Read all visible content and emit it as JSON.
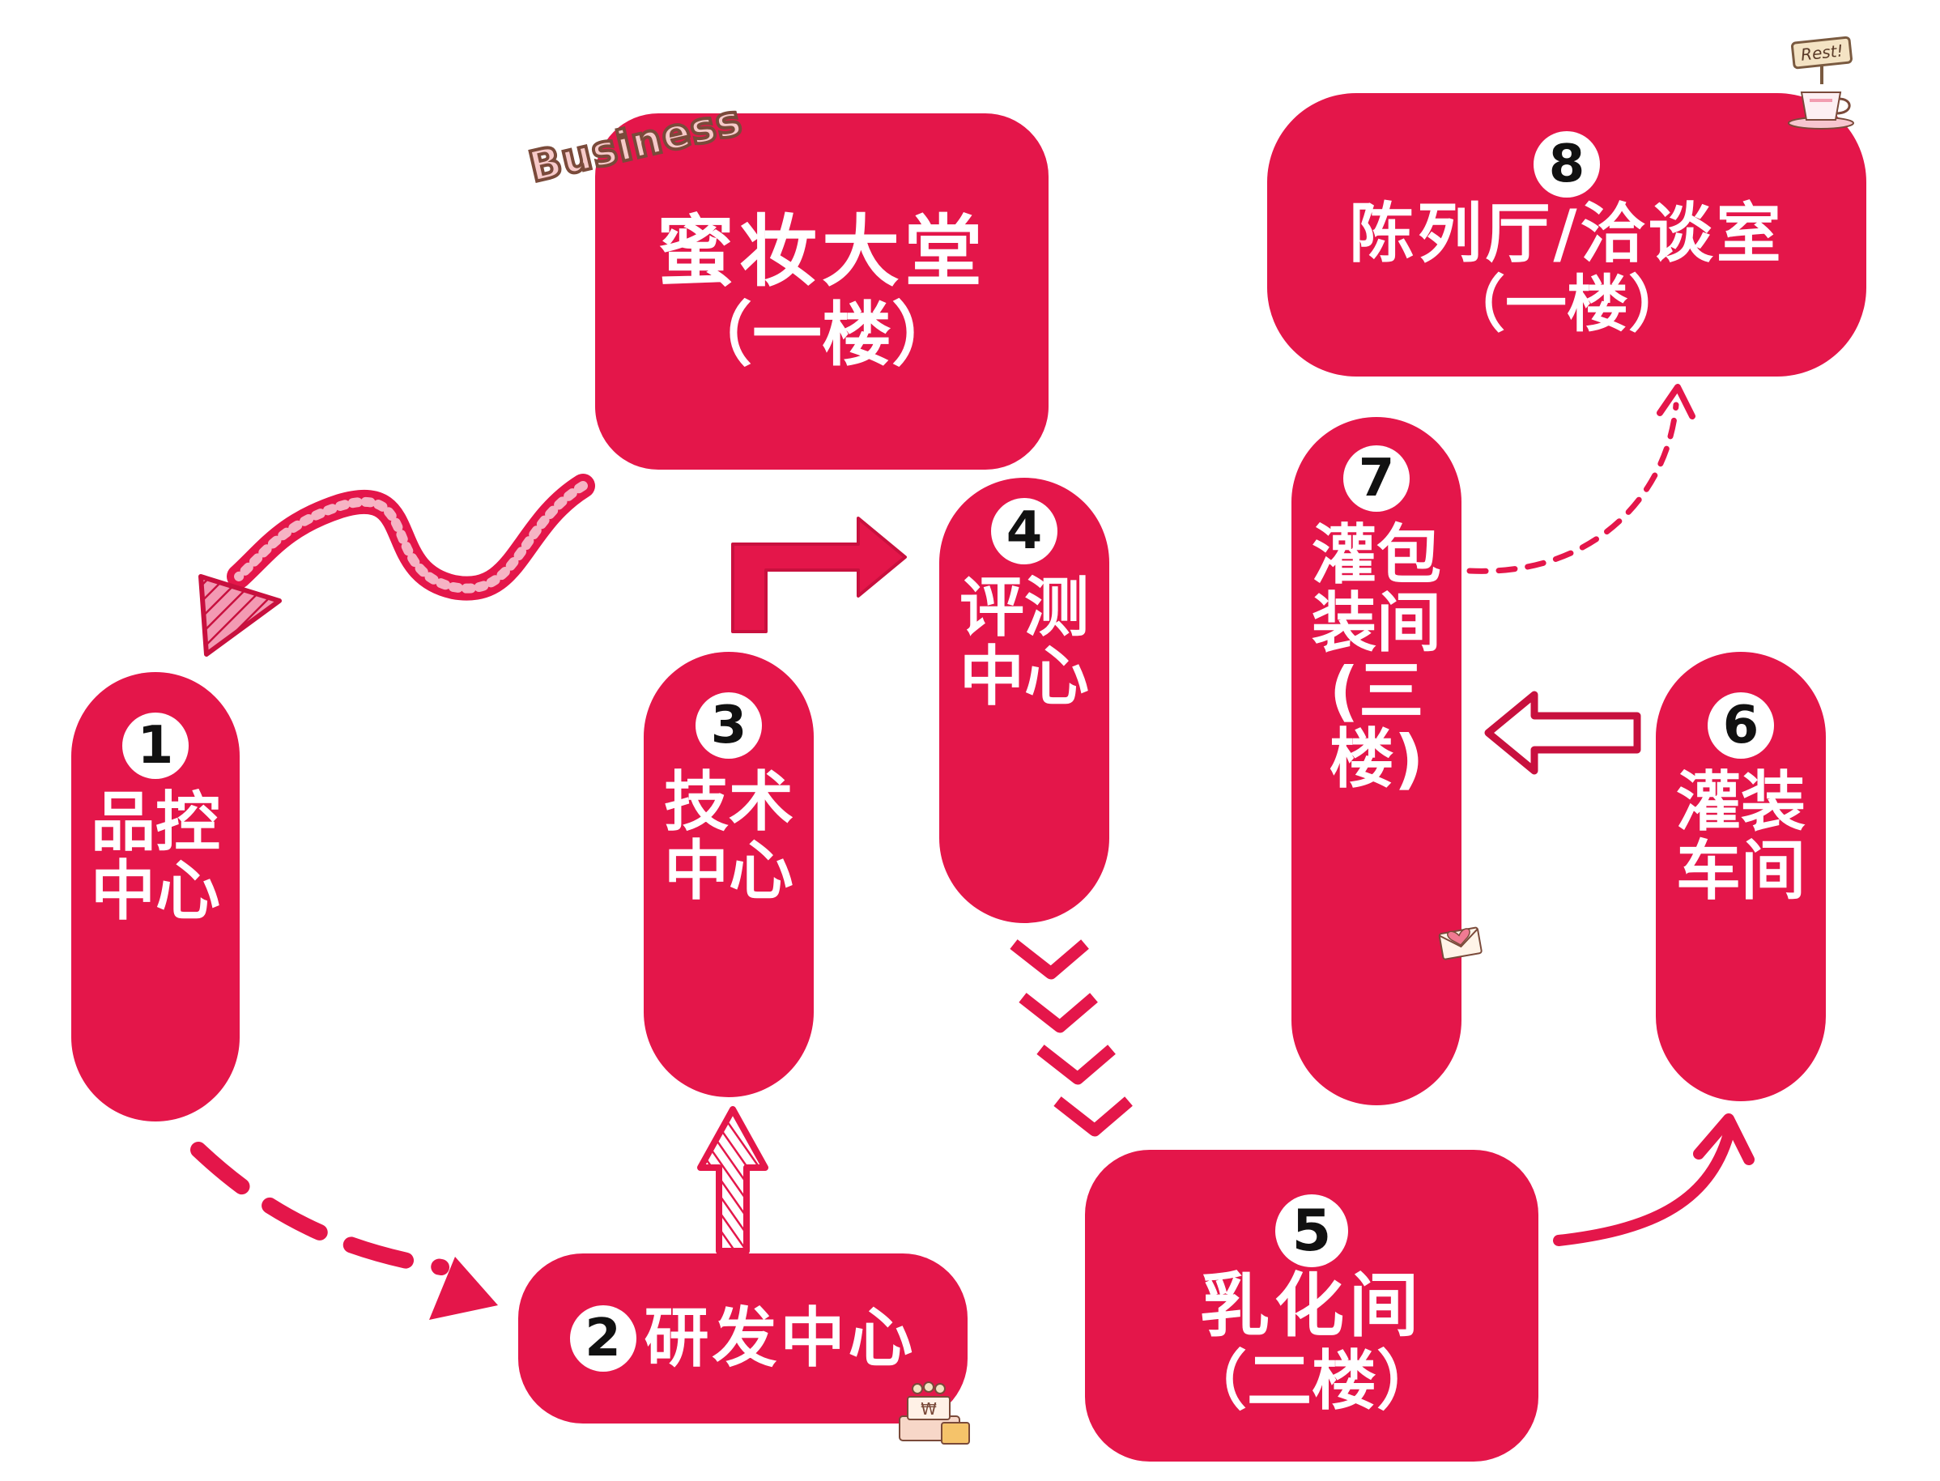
{
  "colors": {
    "box": "#e4164a",
    "badge": "#ffffff",
    "badge_text": "#111111"
  },
  "nodes": [
    {
      "id": "n1",
      "number": "1",
      "label": "品控中心"
    },
    {
      "id": "n2",
      "number": "2",
      "label": "研发中心"
    },
    {
      "id": "n3",
      "number": "3",
      "label": "技术中心"
    },
    {
      "id": "n4",
      "number": "4",
      "label": "评测中心"
    },
    {
      "id": "n5",
      "number": "5",
      "line1": "乳化间",
      "line2": "（二楼）"
    },
    {
      "id": "n6",
      "number": "6",
      "label": "灌装车间"
    },
    {
      "id": "n7",
      "number": "7",
      "label": "灌包装间(三楼)"
    },
    {
      "id": "n8",
      "number": "8",
      "line1": "陈列厅/洽谈室",
      "line2": "（一楼）"
    }
  ],
  "lobby": {
    "line1": "蜜妆大堂",
    "line2": "（一楼）"
  },
  "stickers": {
    "business": {
      "text": "Business"
    },
    "rest": {
      "text": "Rest!"
    },
    "envelope": {
      "icon": "heart-envelope-icon"
    },
    "register": {
      "icon": "cash-register-icon",
      "text": "₩"
    }
  },
  "edges": [
    {
      "from": "lobby",
      "to": "n1",
      "style": "squiggle"
    },
    {
      "from": "n1",
      "to": "n2",
      "style": "dashed"
    },
    {
      "from": "n2",
      "to": "n3",
      "style": "hatched-up"
    },
    {
      "from": "n3",
      "to": "n4",
      "style": "elbow"
    },
    {
      "from": "n4",
      "to": "n5",
      "style": "chevrons"
    },
    {
      "from": "n5",
      "to": "n6",
      "style": "curve"
    },
    {
      "from": "n6",
      "to": "n7",
      "style": "outline-left"
    },
    {
      "from": "n7",
      "to": "n8",
      "style": "dotted-curve"
    }
  ]
}
